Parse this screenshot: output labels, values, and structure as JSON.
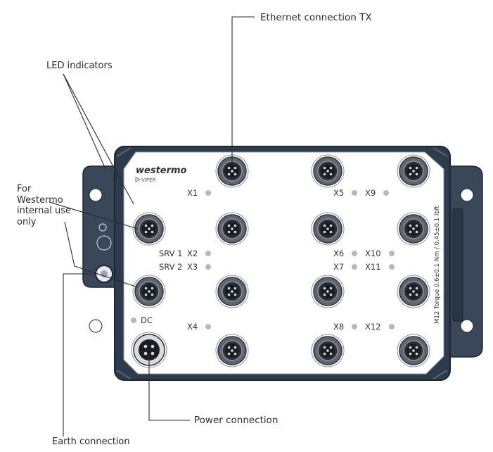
{
  "brand": {
    "name": "westermo",
    "model": "VIPER"
  },
  "callouts": {
    "ethernet": "Ethernet connection TX",
    "led": "LED indicators",
    "for_westermo_lines": [
      "For",
      "Westermo",
      "internal use",
      "only"
    ],
    "power": "Power connection",
    "earth": "Earth  connection"
  },
  "port_labels": [
    "X1",
    "X2",
    "X3",
    "X4",
    "X5",
    "X6",
    "X7",
    "X8",
    "X9",
    "X10",
    "X11",
    "X12"
  ],
  "service_labels": [
    "SRV 1",
    "SRV 2"
  ],
  "dc_label": "DC",
  "torque_note": "M12 Torque 0.6±0.1 Nm / 0.45±0.1 lbft",
  "colors": {
    "housing": "#2e3b4d",
    "housing_edge": "#1c2533",
    "face": "#ffffff",
    "connector_ring": "#5f6670",
    "led": "#b8b8b8",
    "leader": "#2b2b2b"
  }
}
